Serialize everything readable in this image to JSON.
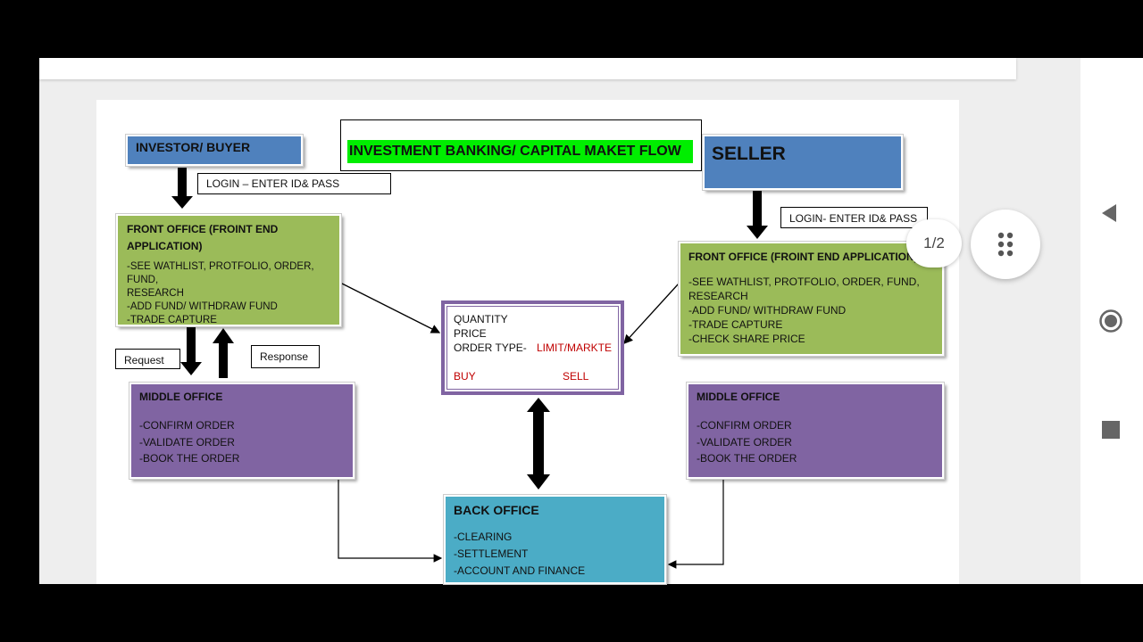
{
  "viewer": {
    "page_indicator": "1/2"
  },
  "diagram": {
    "title": "INVESTMENT BANKING/ CAPITAL MAKET FLOW",
    "investor": "INVESTOR/ BUYER",
    "seller": "SELLER",
    "login_left": "LOGIN – ENTER ID& PASS",
    "login_right": "LOGIN- ENTER ID& PASS",
    "front_office_left": {
      "title_line1": "FRONT OFFICE (FROINT END",
      "title_line2": "APPLICATION)",
      "lines": [
        "-SEE WATHLIST, PROTFOLIO, ORDER, FUND,",
        "RESEARCH",
        "-ADD FUND/ WITHDRAW FUND",
        "-TRADE CAPTURE"
      ]
    },
    "front_office_right": {
      "title": "FRONT OFFICE (FROINT END APPLICATION)",
      "lines": [
        "-SEE WATHLIST, PROTFOLIO, ORDER, FUND,",
        "RESEARCH",
        "-ADD FUND/ WITHDRAW FUND",
        "-TRADE CAPTURE",
        "-CHECK SHARE PRICE"
      ]
    },
    "request": "Request",
    "response": "Response",
    "middle_office_left": {
      "title": "MIDDLE OFFICE",
      "lines": [
        "-CONFIRM ORDER",
        "-VALIDATE ORDER",
        "-BOOK THE ORDER"
      ]
    },
    "middle_office_right": {
      "title": "MIDDLE OFFICE",
      "lines": [
        "-CONFIRM ORDER",
        "-VALIDATE ORDER",
        "-BOOK THE ORDER"
      ]
    },
    "order": {
      "quantity": "QUANTITY",
      "price": "PRICE",
      "order_type": "ORDER TYPE-",
      "order_type_value": "LIMIT/MARKTE",
      "buy": "BUY",
      "sell": "SELL"
    },
    "back_office": {
      "title": "BACK OFFICE",
      "lines": [
        "-CLEARING",
        "-SETTLEMENT",
        "-ACCOUNT AND FINANCE"
      ]
    }
  },
  "colors": {
    "investor_blue": "#4f81bd",
    "front_green": "#9bbb59",
    "middle_purple": "#8064a2",
    "back_cyan": "#4bacc6",
    "title_green": "#00ee00",
    "accent_red": "#c00000"
  },
  "icons": {
    "back": "triangle-back-icon",
    "home": "circle-home-icon",
    "recents": "square-recents-icon",
    "menu": "dots-grid-icon"
  }
}
